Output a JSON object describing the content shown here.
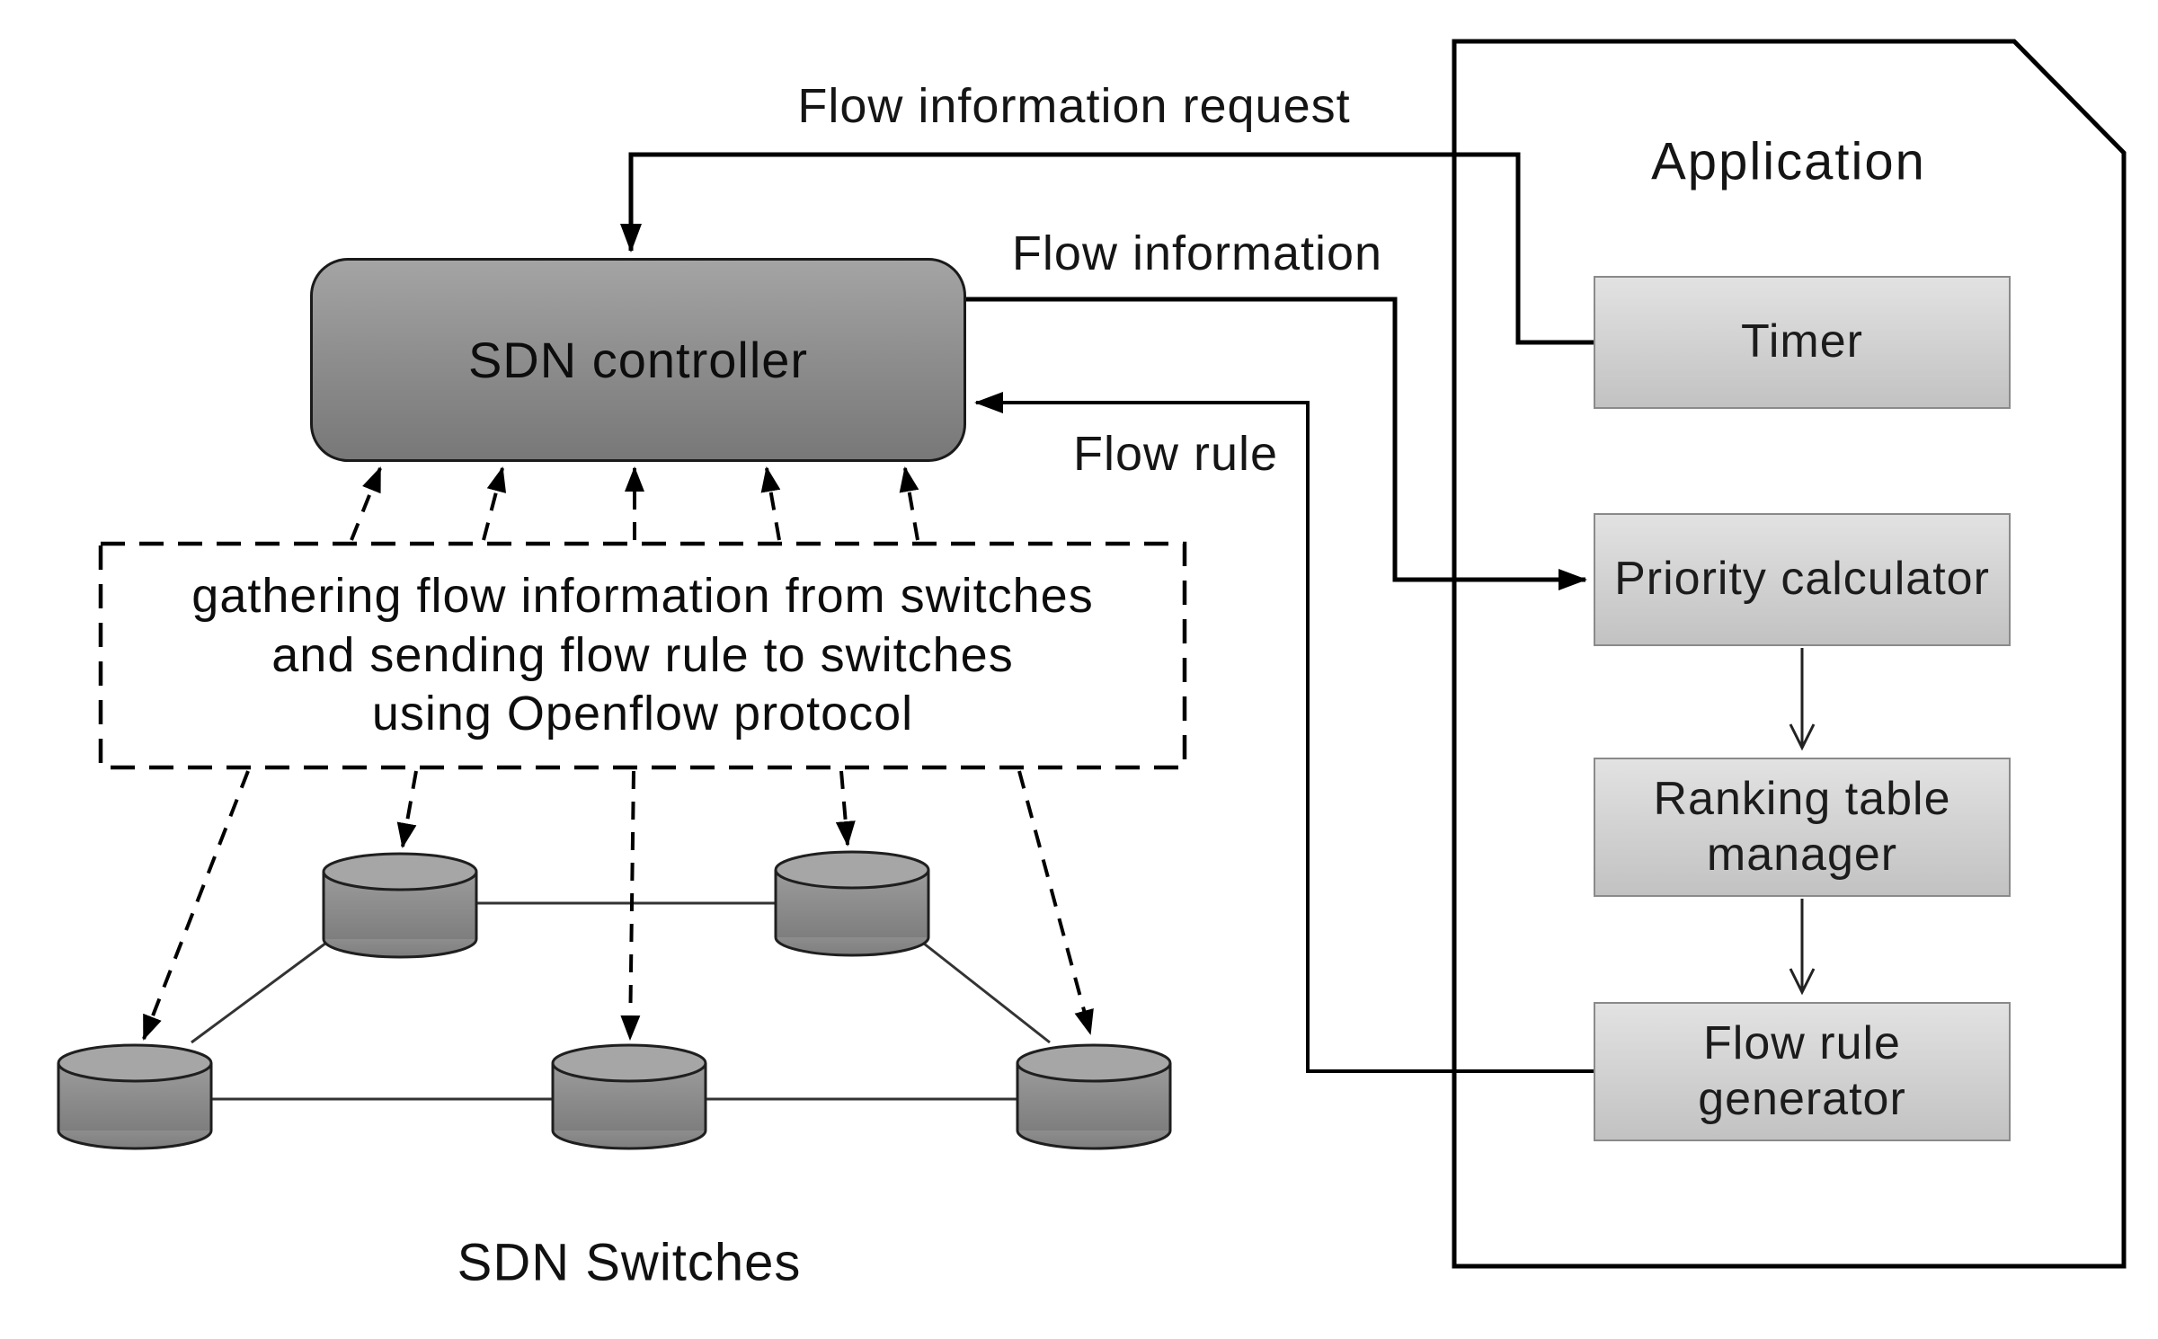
{
  "controller": {
    "label": "SDN controller"
  },
  "edges": {
    "flow_information_request": "Flow information request",
    "flow_information": "Flow information",
    "flow_rule": "Flow rule"
  },
  "openflow_note": {
    "line1": "gathering flow information from switches",
    "line2": "and sending flow rule to switches",
    "line3": "using Openflow protocol"
  },
  "switches": {
    "caption": "SDN Switches",
    "count": 5
  },
  "application": {
    "title": "Application",
    "modules": [
      {
        "label": "Timer"
      },
      {
        "label": "Priority calculator"
      },
      {
        "label": "Ranking table manager"
      },
      {
        "label": "Flow rule generator"
      }
    ]
  },
  "colors": {
    "background": "#ffffff",
    "controller_fill_top": "#a4a4a4",
    "controller_fill_bottom": "#787878",
    "module_fill_top": "#e2e2e2",
    "module_fill_bottom": "#c2c2c2",
    "cylinder_fill": "#8f8f8f",
    "line": "#000000"
  }
}
